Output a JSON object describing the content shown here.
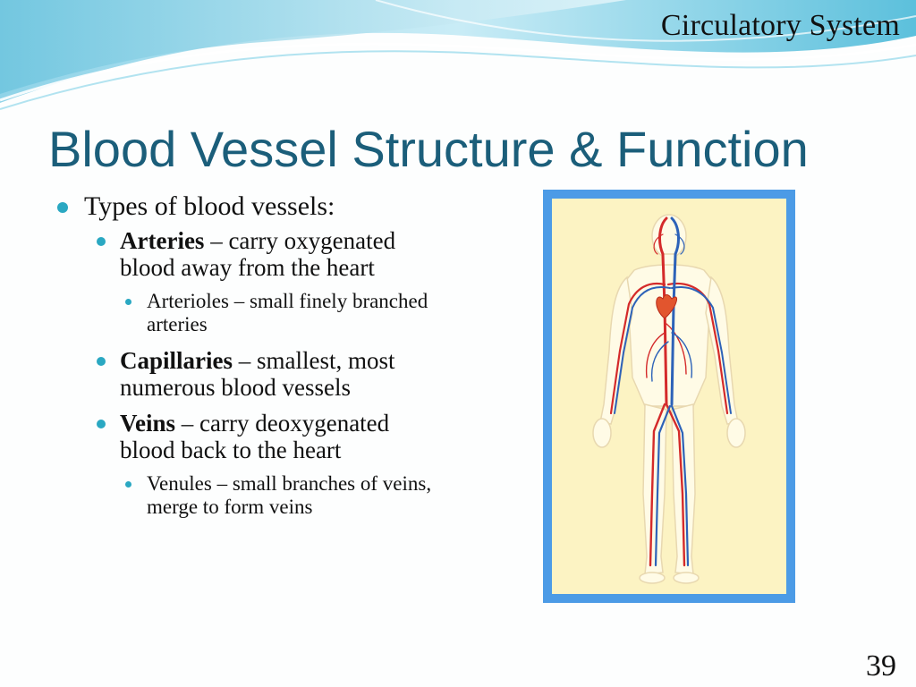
{
  "header": {
    "section_title": "Circulatory System"
  },
  "slide": {
    "title": "Blood Vessel Structure & Function",
    "page_number": "39"
  },
  "content": {
    "intro": "Types of blood vessels:",
    "arteries": {
      "term": "Arteries",
      "text": " – carry oxygenated blood away from the heart"
    },
    "arterioles": {
      "text": "Arterioles – small finely branched arteries"
    },
    "capillaries": {
      "term": "Capillaries",
      "text": " – smallest, most numerous blood vessels"
    },
    "veins": {
      "term": "Veins",
      "text": " – carry deoxygenated blood back to the heart"
    },
    "venules": {
      "text": "Venules – small branches of veins, merge to form veins"
    }
  },
  "colors": {
    "title": "#1b5e7a",
    "bullet": "#2aa8c2",
    "image_border": "#4c9be6",
    "image_background": "#fcf3c3",
    "artery": "#d42a2a",
    "vein": "#2d62b8"
  }
}
